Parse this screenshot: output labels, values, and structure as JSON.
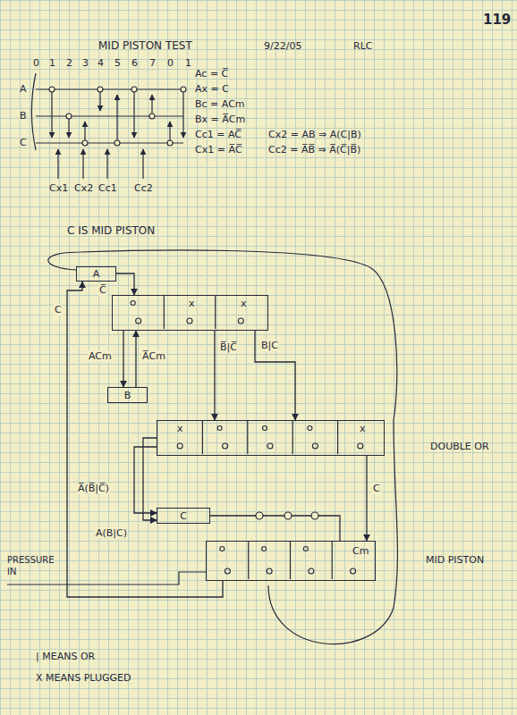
{
  "diagram": {
    "title": "MID PISTON TEST",
    "nodes": [
      {
        "text": [
          "A"
        ]
      },
      {
        "text": [
          "x",
          "x"
        ]
      },
      {
        "text": [
          "B"
        ]
      },
      {
        "text": [
          "x",
          "x",
          "DOUBLE OR"
        ]
      },
      {
        "text": [
          "C"
        ]
      },
      {
        "text": [
          "Cm",
          "MID PISTON"
        ]
      }
    ],
    "edges": [
      {
        "from": 0,
        "to": 1,
        "label": "C̅",
        "arrow": "to"
      },
      {
        "from": 1,
        "to": 2,
        "label": "ACm",
        "arrow": "to"
      },
      {
        "from": 2,
        "to": 1,
        "label": "A̅Cm",
        "arrow": "to"
      },
      {
        "from": 1,
        "to": 3,
        "label": "B̅|C̅",
        "arrow": "to"
      },
      {
        "from": 1,
        "to": 3,
        "label": "B|C",
        "arrow": "to"
      },
      {
        "from": 3,
        "to": 5,
        "label": "C",
        "arrow": "to"
      },
      {
        "from": 3,
        "to": 4,
        "label": "A̅(B̅|C̅)",
        "arrow": "to"
      },
      {
        "from": 3,
        "to": 4,
        "label": "A(B|C)",
        "arrow": "to"
      },
      {
        "from": 5,
        "to": 0,
        "label": "C",
        "arrow": "to"
      },
      {
        "from": 4,
        "to": 5,
        "arrow": "none"
      }
    ],
    "labels": [
      "119",
      "9/22/05",
      "RLC",
      "0",
      "1",
      "2",
      "3",
      "4",
      "5",
      "6",
      "7",
      "0",
      "1",
      "A",
      "B",
      "C",
      "Cx1",
      "Cx2",
      "Cc1",
      "Cc2",
      "Ac = C̅",
      "Ax = C",
      "Bc = ACm",
      "Bx = A̅Cm",
      "Cc1 = AC̅",
      "Cx1 = A̅C̅",
      "Cx2 = AB ⇒ A(C|B)",
      "Cc2 = A̅B̅ ⇒ A̅(C̅|B̅)",
      "C IS MID PISTON",
      "PRESSURE IN",
      "| MEANS OR",
      "X MEANS PLUGGED"
    ]
  }
}
